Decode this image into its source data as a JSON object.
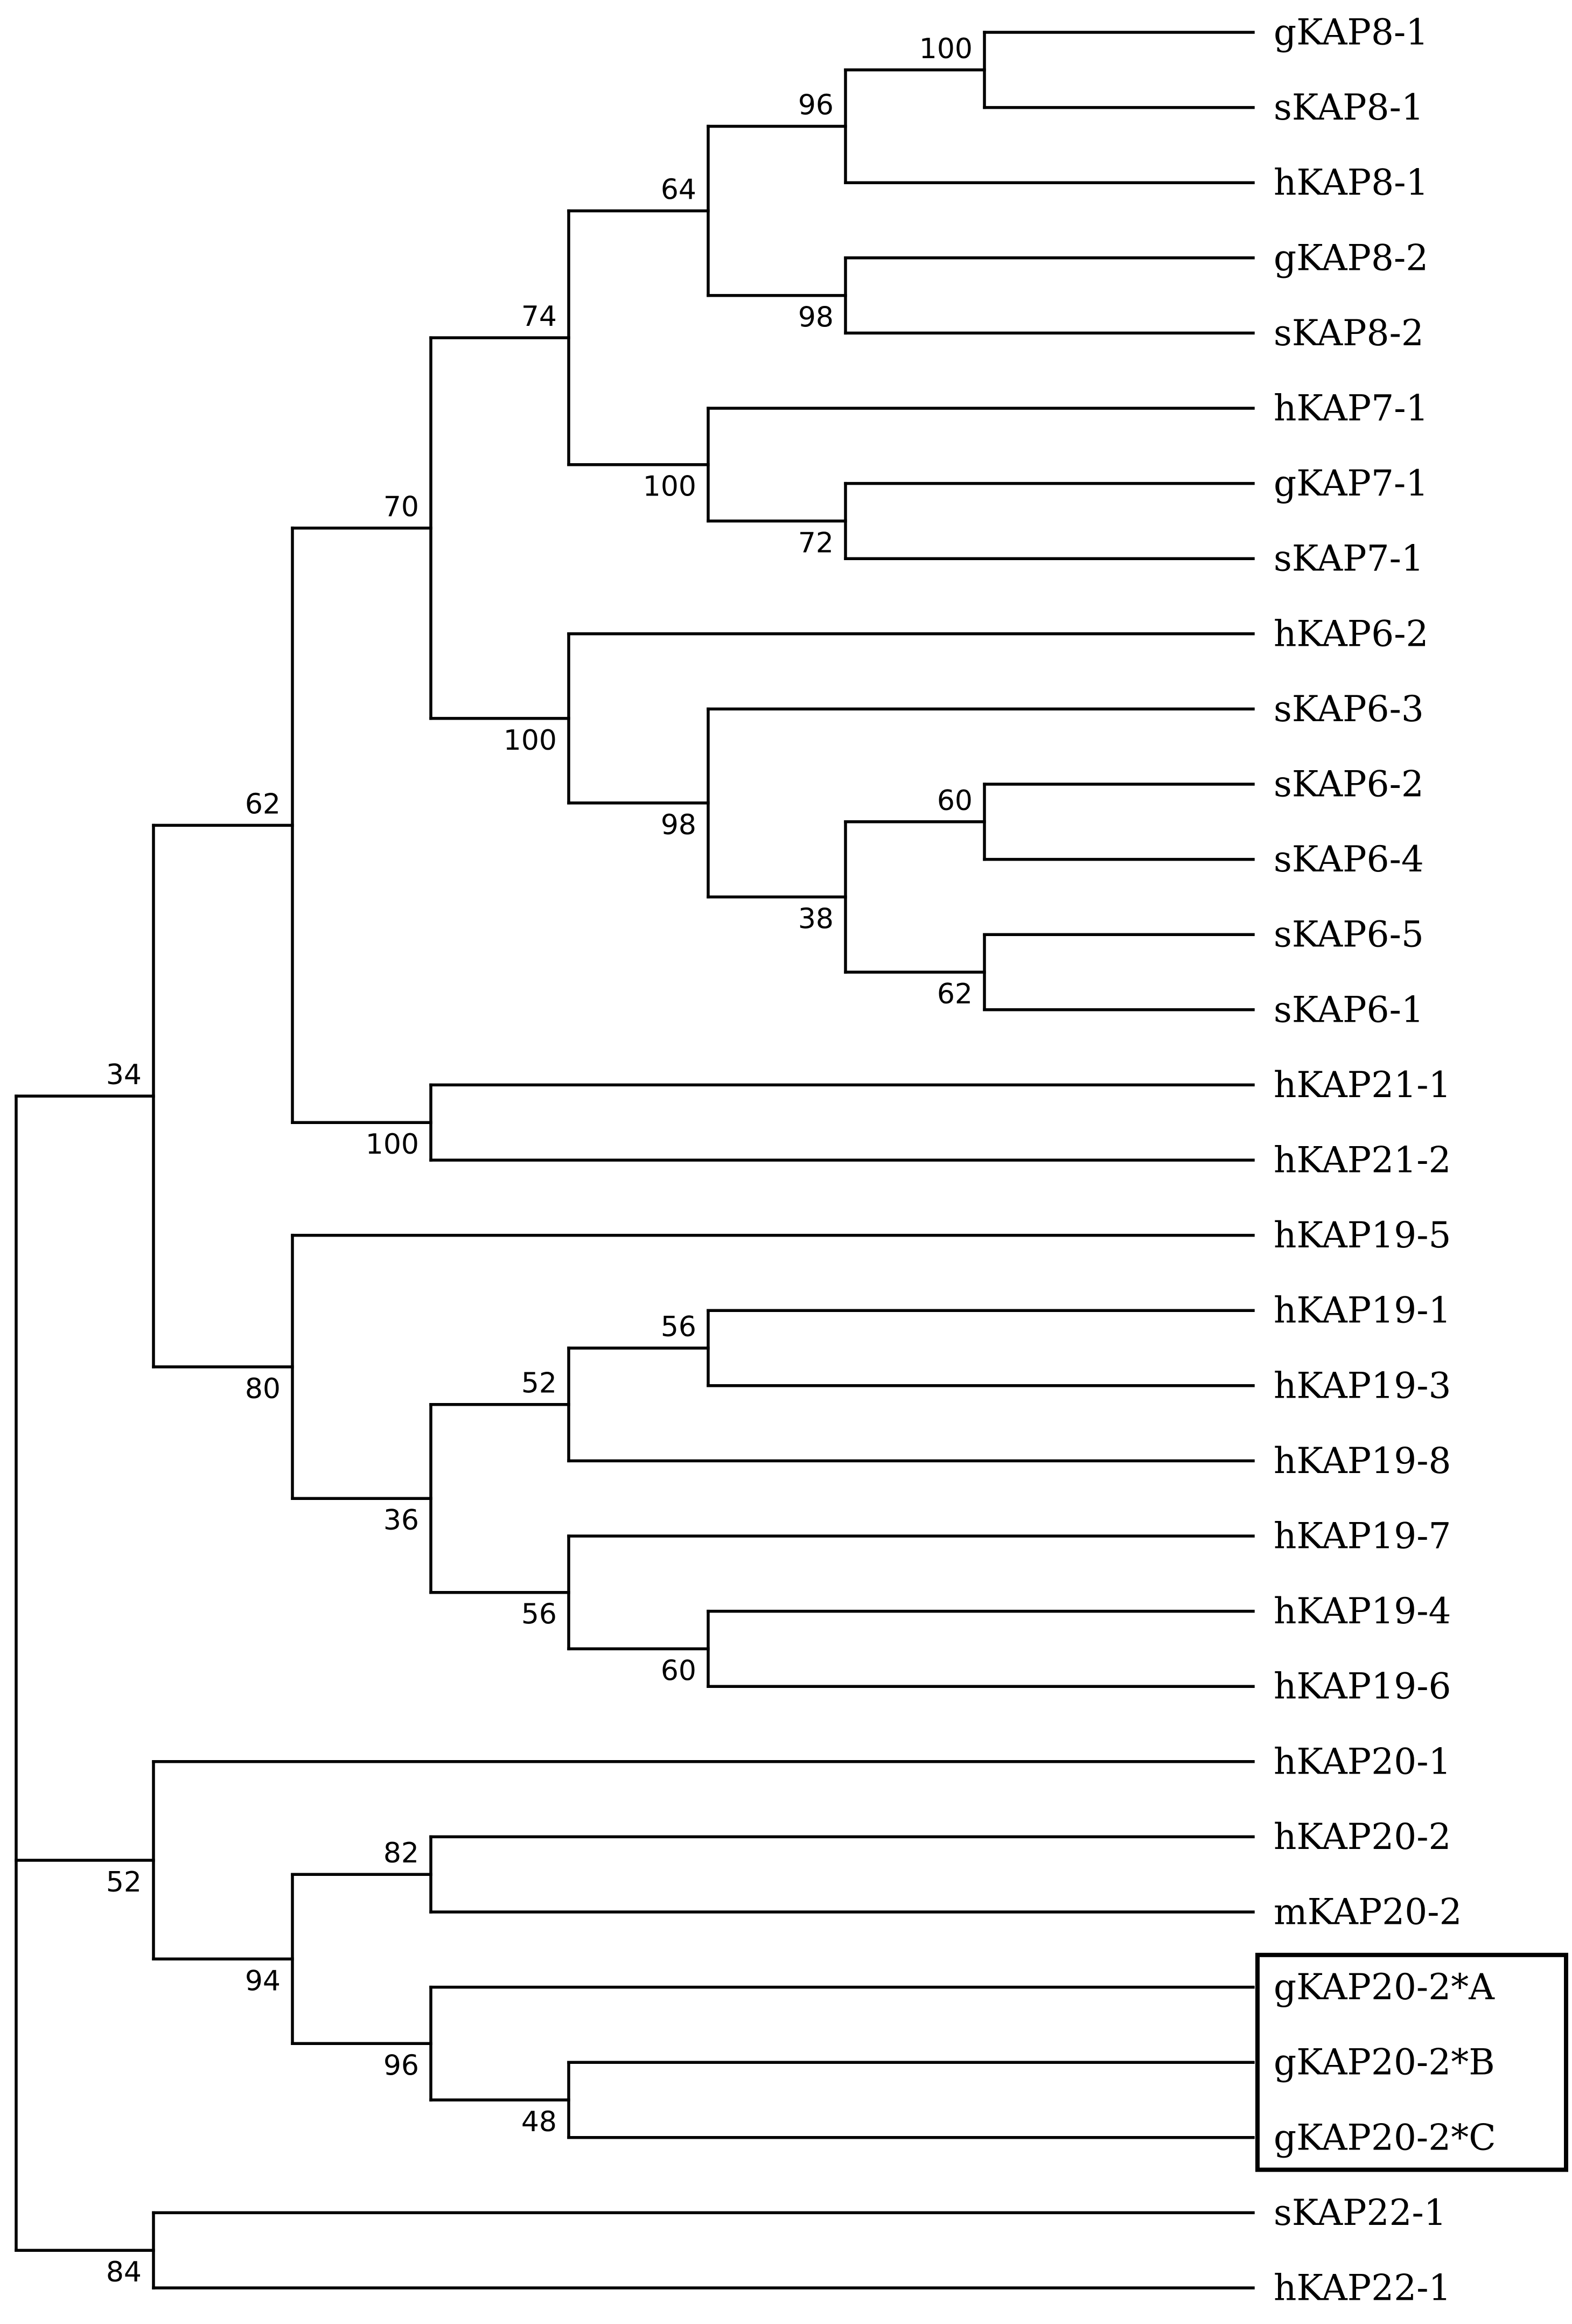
{
  "tree": {
    "leaves": [
      "gKAP8-1",
      "sKAP8-1",
      "hKAP8-1",
      "gKAP8-2",
      "sKAP8-2",
      "hKAP7-1",
      "gKAP7-1",
      "sKAP7-1",
      "hKAP6-2",
      "sKAP6-3",
      "sKAP6-2",
      "sKAP6-4",
      "sKAP6-5",
      "sKAP6-1",
      "hKAP21-1",
      "hKAP21-2",
      "hKAP19-5",
      "hKAP19-1",
      "hKAP19-3",
      "hKAP19-8",
      "hKAP19-7",
      "hKAP19-4",
      "hKAP19-6",
      "hKAP20-1",
      "hKAP20-2",
      "mKAP20-2",
      "gKAP20-2*A",
      "gKAP20-2*B",
      "gKAP20-2*C",
      "sKAP22-1",
      "hKAP22-1"
    ],
    "highlighted_leaves": [
      "gKAP20-2*A",
      "gKAP20-2*B",
      "gKAP20-2*C"
    ],
    "root": {
      "children": [
        {
          "support": "34",
          "children": [
            {
              "support": "62",
              "children": [
                {
                  "support": "70",
                  "children": [
                    {
                      "support": "74",
                      "children": [
                        {
                          "support": "64",
                          "children": [
                            {
                              "support": "96",
                              "children": [
                                {
                                  "support": "100",
                                  "children": [
                                    {
                                      "leaf": "gKAP8-1"
                                    },
                                    {
                                      "leaf": "sKAP8-1"
                                    }
                                  ]
                                },
                                {
                                  "leaf": "hKAP8-1"
                                }
                              ]
                            },
                            {
                              "support": "98",
                              "children": [
                                {
                                  "leaf": "gKAP8-2"
                                },
                                {
                                  "leaf": "sKAP8-2"
                                }
                              ]
                            }
                          ]
                        },
                        {
                          "support": "100",
                          "children": [
                            {
                              "leaf": "hKAP7-1"
                            },
                            {
                              "support": "72",
                              "children": [
                                {
                                  "leaf": "gKAP7-1"
                                },
                                {
                                  "leaf": "sKAP7-1"
                                }
                              ]
                            }
                          ]
                        }
                      ]
                    },
                    {
                      "support": "100",
                      "children": [
                        {
                          "leaf": "hKAP6-2"
                        },
                        {
                          "support": "98",
                          "children": [
                            {
                              "leaf": "sKAP6-3"
                            },
                            {
                              "support": "38",
                              "children": [
                                {
                                  "support": "60",
                                  "children": [
                                    {
                                      "leaf": "sKAP6-2"
                                    },
                                    {
                                      "leaf": "sKAP6-4"
                                    }
                                  ]
                                },
                                {
                                  "support": "62",
                                  "children": [
                                    {
                                      "leaf": "sKAP6-5"
                                    },
                                    {
                                      "leaf": "sKAP6-1"
                                    }
                                  ]
                                }
                              ]
                            }
                          ]
                        }
                      ]
                    }
                  ]
                },
                {
                  "support": "100",
                  "children": [
                    {
                      "leaf": "hKAP21-1"
                    },
                    {
                      "leaf": "hKAP21-2"
                    }
                  ]
                }
              ]
            },
            {
              "support": "80",
              "children": [
                {
                  "leaf": "hKAP19-5"
                },
                {
                  "support": "36",
                  "children": [
                    {
                      "support": "52",
                      "children": [
                        {
                          "support": "56",
                          "children": [
                            {
                              "leaf": "hKAP19-1"
                            },
                            {
                              "leaf": "hKAP19-3"
                            }
                          ]
                        },
                        {
                          "leaf": "hKAP19-8"
                        }
                      ]
                    },
                    {
                      "support": "56",
                      "children": [
                        {
                          "leaf": "hKAP19-7"
                        },
                        {
                          "support": "60",
                          "children": [
                            {
                              "leaf": "hKAP19-4"
                            },
                            {
                              "leaf": "hKAP19-6"
                            }
                          ]
                        }
                      ]
                    }
                  ]
                }
              ]
            }
          ]
        },
        {
          "support": "52",
          "children": [
            {
              "leaf": "hKAP20-1"
            },
            {
              "support": "94",
              "children": [
                {
                  "support": "82",
                  "children": [
                    {
                      "leaf": "hKAP20-2"
                    },
                    {
                      "leaf": "mKAP20-2"
                    }
                  ]
                },
                {
                  "support": "96",
                  "children": [
                    {
                      "leaf": "gKAP20-2*A"
                    },
                    {
                      "support": "48",
                      "children": [
                        {
                          "leaf": "gKAP20-2*B"
                        },
                        {
                          "leaf": "gKAP20-2*C"
                        }
                      ]
                    }
                  ]
                }
              ]
            }
          ]
        },
        {
          "support": "84",
          "children": [
            {
              "leaf": "sKAP22-1"
            },
            {
              "leaf": "hKAP22-1"
            }
          ]
        }
      ]
    }
  }
}
